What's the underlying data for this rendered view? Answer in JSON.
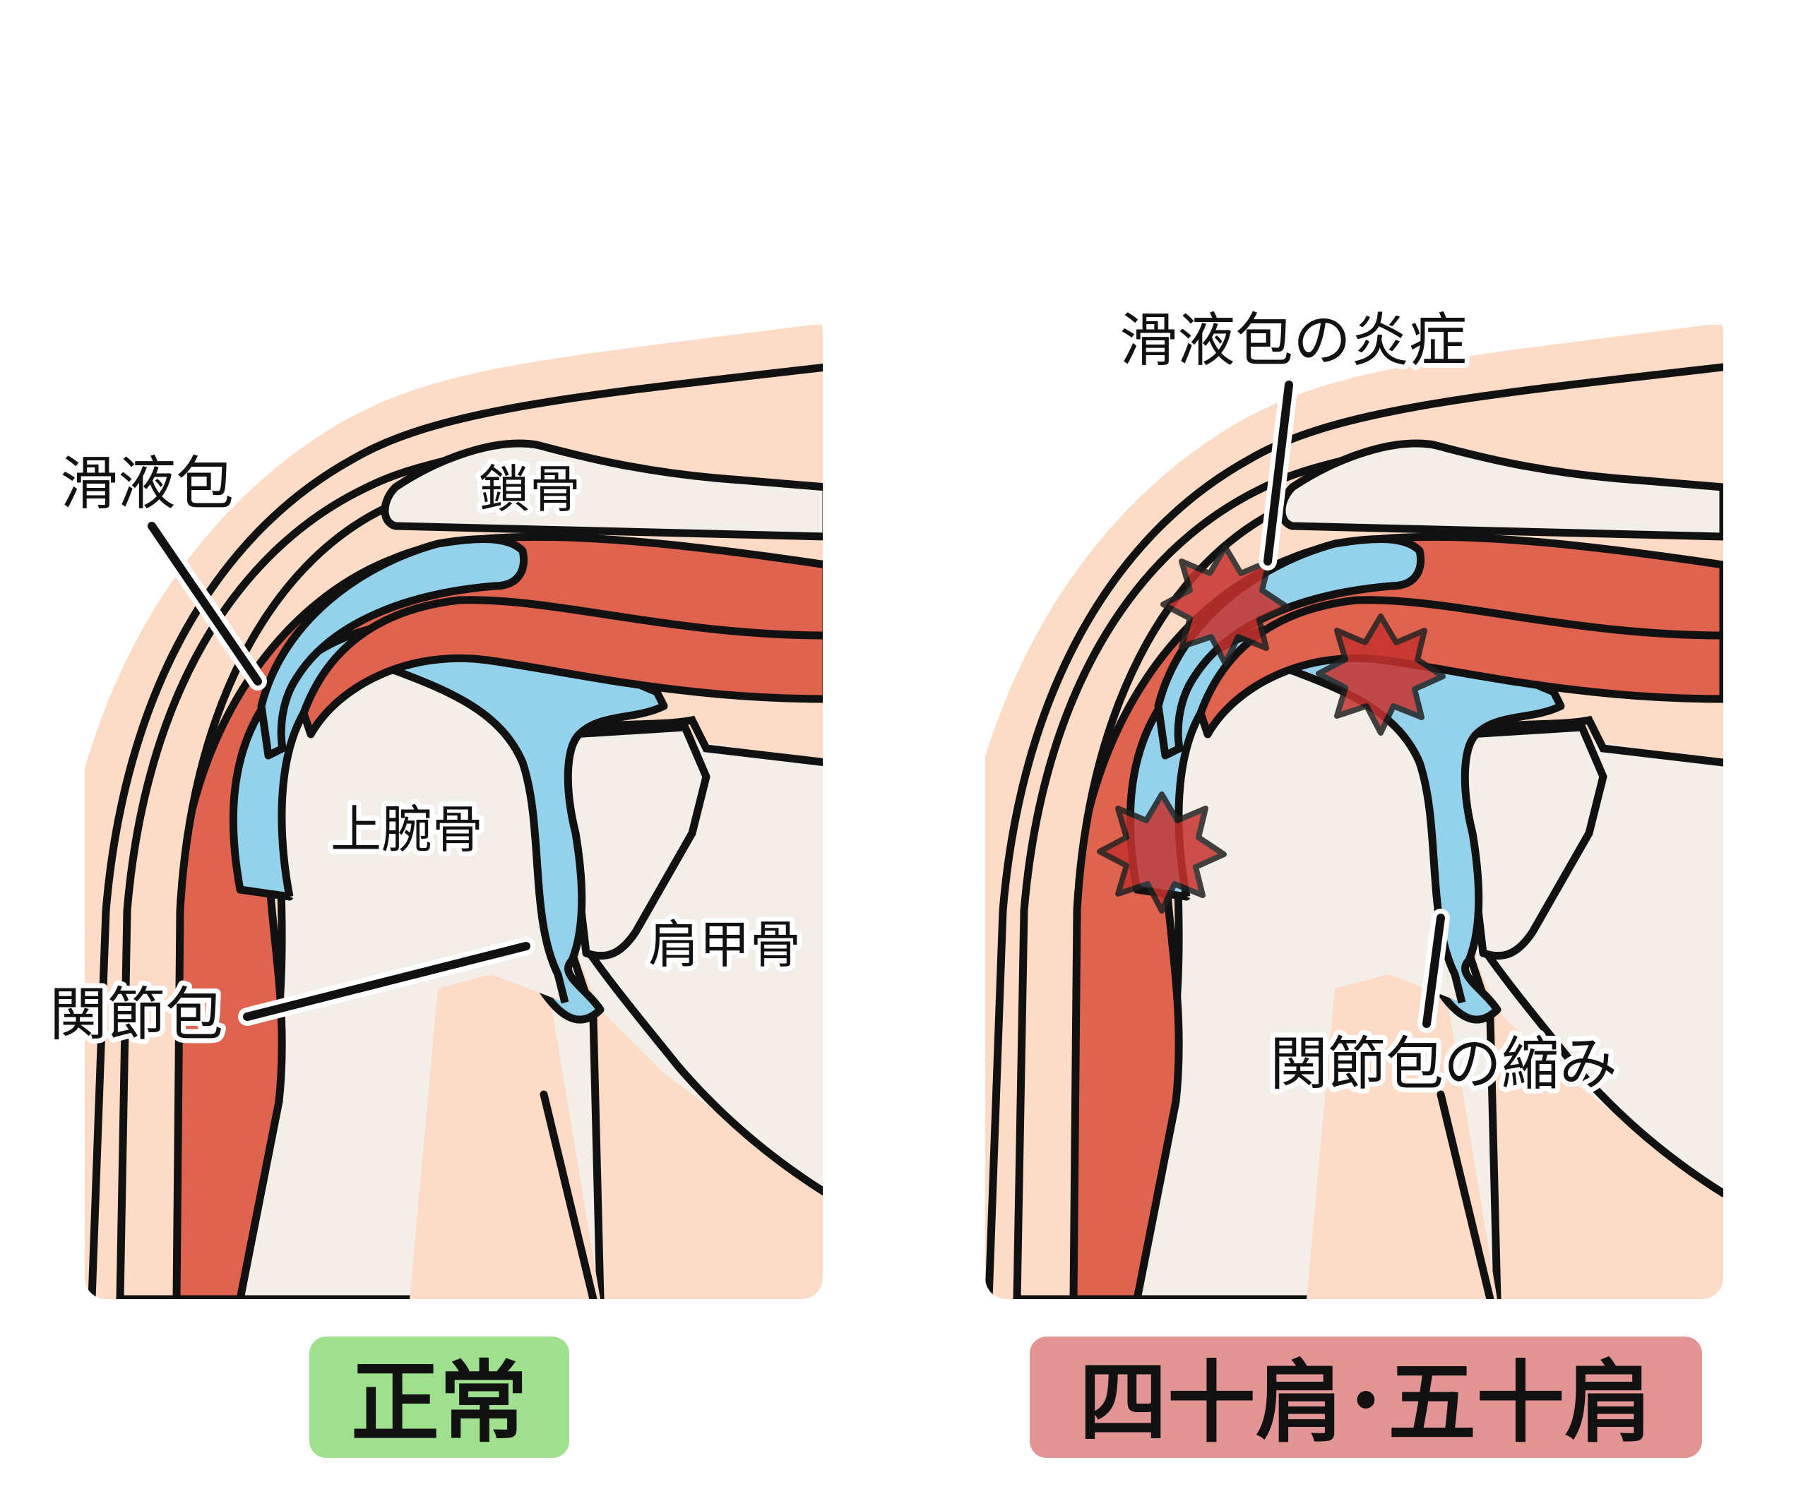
{
  "colors": {
    "skin": "#fcdcc7",
    "bone": "#f3eee7",
    "muscle": "#e06350",
    "capsule": "#94d1eb",
    "outline": "#111111",
    "normal_caption_bg": "#9fe08f",
    "frozen_caption_bg": "#e39494",
    "inflammation": "#c7312d"
  },
  "normal_panel": {
    "caption": "正常",
    "labels": {
      "bursa": "滑液包",
      "clavicle": "鎖骨",
      "humerus": "上腕骨",
      "scapula": "肩甲骨",
      "capsule": "関節包"
    }
  },
  "frozen_panel": {
    "caption": "四十肩･五十肩",
    "labels": {
      "bursitis": "滑液包の炎症",
      "capsule_contraction": "関節包の縮み"
    },
    "icons": [
      "inflammation-burst-icon",
      "inflammation-burst-icon",
      "inflammation-burst-icon"
    ]
  }
}
